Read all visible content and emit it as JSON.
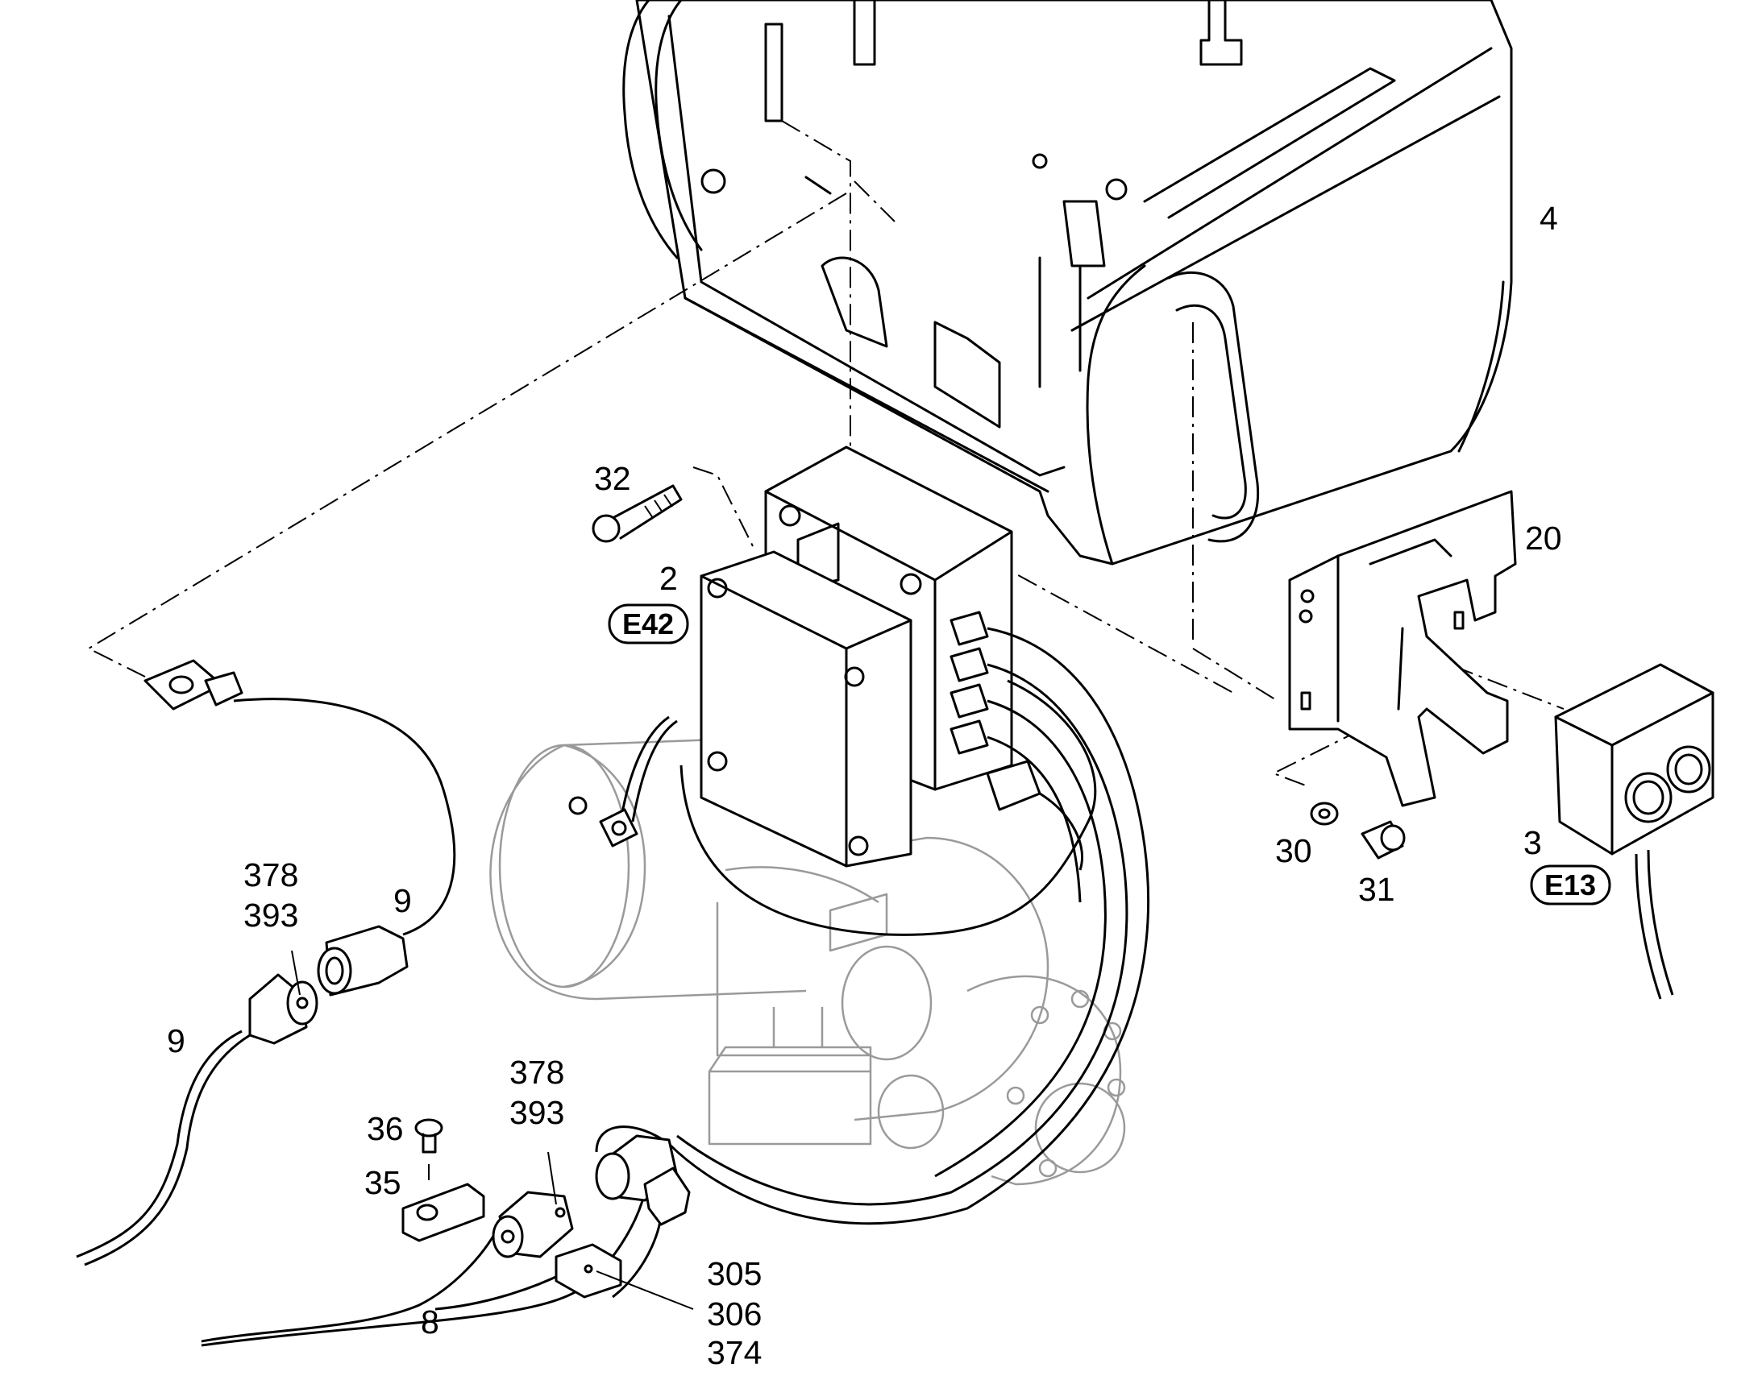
{
  "callouts": {
    "c4": "4",
    "c32": "32",
    "c2": "2",
    "cE42": "E42",
    "c20": "20",
    "c30": "30",
    "c31": "31",
    "c3": "3",
    "cE13": "E13",
    "c378a": "378",
    "c393a": "393",
    "c9a": "9",
    "c9b": "9",
    "c378b": "378",
    "c393b": "393",
    "c36": "36",
    "c35": "35",
    "c305": "305",
    "c306": "306",
    "c374": "374",
    "c8": "8"
  }
}
